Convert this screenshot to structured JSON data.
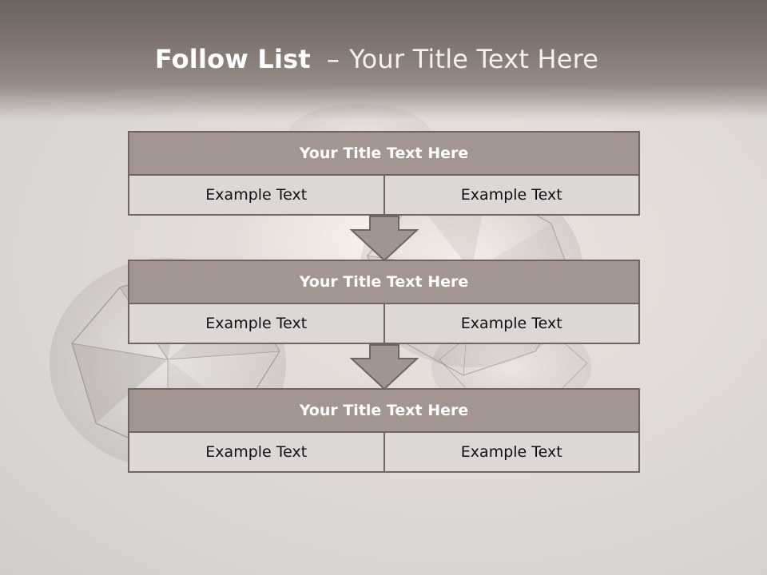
{
  "slide": {
    "title_bold": "Follow List",
    "title_separator": "–",
    "title_rest": "Your Title Text Here"
  },
  "blocks": [
    {
      "title": "Your Title Text Here",
      "left": "Example Text",
      "right": "Example Text"
    },
    {
      "title": "Your Title Text Here",
      "left": "Example Text",
      "right": "Example Text"
    },
    {
      "title": "Your Title Text Here",
      "left": "Example Text",
      "right": "Example Text"
    }
  ],
  "colors": {
    "header_band": "#7f746e",
    "block_title_fill": "#a3958f",
    "block_cell_fill": "#ddd8d6",
    "border": "#6f6661",
    "arrow_fill": "#a09590"
  },
  "icons": {
    "arrow": "down-arrow-icon",
    "background": "diamond-image"
  }
}
